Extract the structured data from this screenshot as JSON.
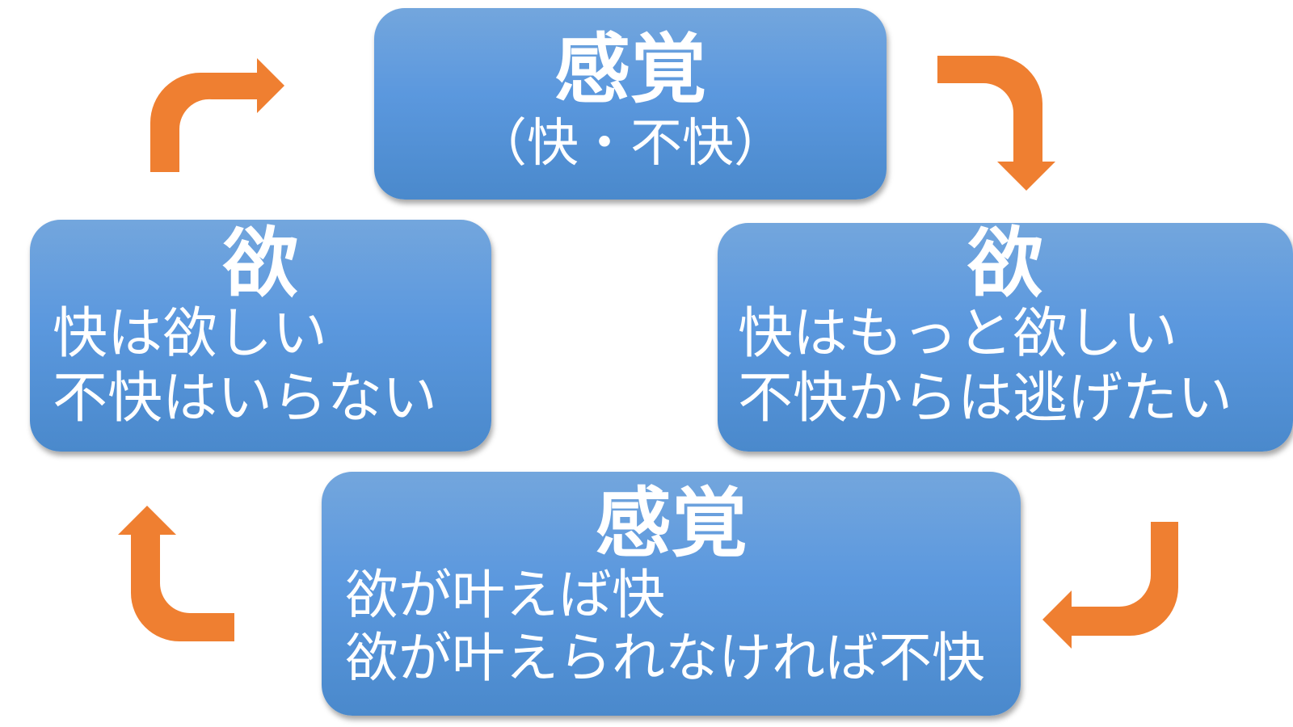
{
  "colors": {
    "box_fill": "#5b98de",
    "box_text": "#ffffff",
    "arrow": "#ef7f31"
  },
  "nodes": {
    "top": {
      "title": "感覚",
      "lines": [
        "（快・不快）"
      ]
    },
    "right": {
      "title": "欲",
      "lines": [
        "快はもっと欲しい",
        "不快からは逃げたい"
      ]
    },
    "bottom": {
      "title": "感覚",
      "lines": [
        "欲が叶えば快",
        "欲が叶えられなければ不快"
      ]
    },
    "left": {
      "title": "欲",
      "lines": [
        "快は欲しい",
        "不快はいらない"
      ]
    }
  },
  "arrows": [
    {
      "from": "top",
      "to": "right",
      "direction": "clockwise"
    },
    {
      "from": "right",
      "to": "bottom",
      "direction": "clockwise"
    },
    {
      "from": "bottom",
      "to": "left",
      "direction": "clockwise"
    },
    {
      "from": "left",
      "to": "top",
      "direction": "clockwise"
    }
  ]
}
